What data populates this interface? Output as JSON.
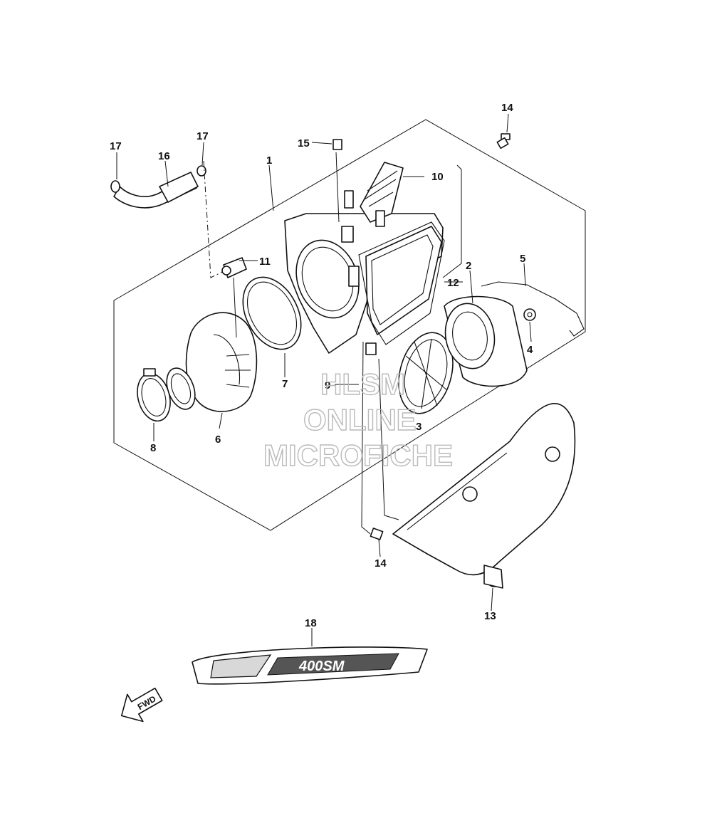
{
  "callouts": {
    "c1": "1",
    "c2": "2",
    "c3": "3",
    "c4": "4",
    "c5": "5",
    "c6": "6",
    "c7": "7",
    "c8": "8",
    "c9": "9",
    "c10": "10",
    "c11": "11",
    "c12": "12",
    "c13": "13",
    "c14a": "14",
    "c14b": "14",
    "c15": "15",
    "c16": "16",
    "c17a": "17",
    "c17b": "17",
    "c18": "18"
  },
  "watermark": {
    "line1": "HLSM",
    "line2": "ONLINE",
    "line3": "MICROFICHE"
  },
  "fwd_label": "FWD",
  "decal_text": "400SM"
}
